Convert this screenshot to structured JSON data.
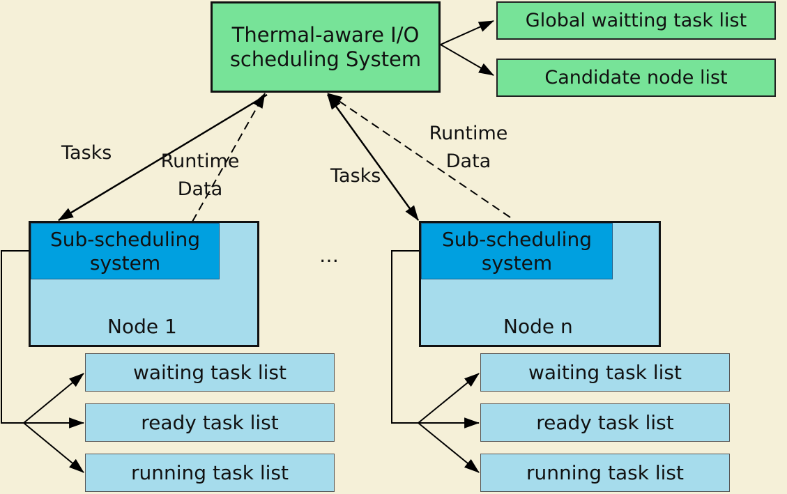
{
  "top": {
    "main_line1": "Thermal-aware I/O",
    "main_line2": "scheduling System",
    "global_list": "Global waitting task list",
    "candidate_list": "Candidate node list"
  },
  "labels": {
    "tasks_left": "Tasks",
    "runtime_left_1": "Runtime",
    "runtime_left_2": "Data",
    "tasks_right": "Tasks",
    "runtime_right_1": "Runtime",
    "runtime_right_2": "Data",
    "ellipsis": "…"
  },
  "node1": {
    "sub_line1": "Sub-scheduling",
    "sub_line2": "system",
    "label": "Node 1",
    "lists": [
      "waiting task list",
      "ready task list",
      "running task list"
    ]
  },
  "noden": {
    "sub_line1": "Sub-scheduling",
    "sub_line2": "system",
    "label": "Node n",
    "lists": [
      "waiting task list",
      "ready task list",
      "running task list"
    ]
  }
}
